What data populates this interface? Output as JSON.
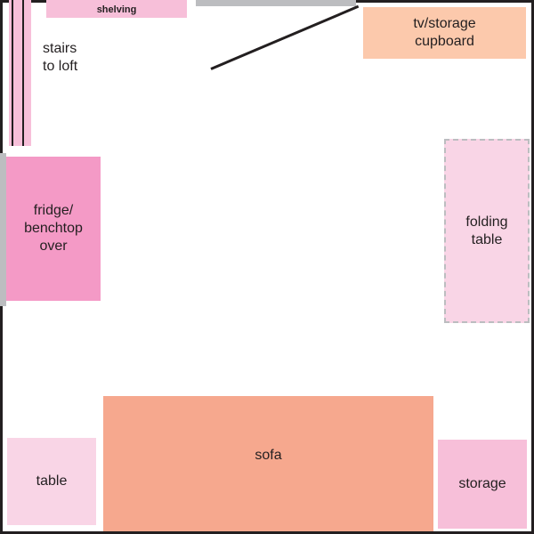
{
  "rooms": {
    "shelving": "shelving",
    "stairs": "stairs\nto loft",
    "tv_storage": "tv/storage\ncupboard",
    "fridge": "fridge/\nbenchtop\nover",
    "folding_table": "folding\ntable",
    "sofa": "sofa",
    "table": "table",
    "storage": "storage"
  },
  "colors": {
    "wall": "#231f20",
    "opening": "#bcbdc0",
    "light_pink": "#f7bfd9",
    "mid_pink": "#f49ac6",
    "pale_pink": "#f9d5e6",
    "peach": "#fcc9ac",
    "salmon": "#f6a88e",
    "text": "#231f20"
  }
}
